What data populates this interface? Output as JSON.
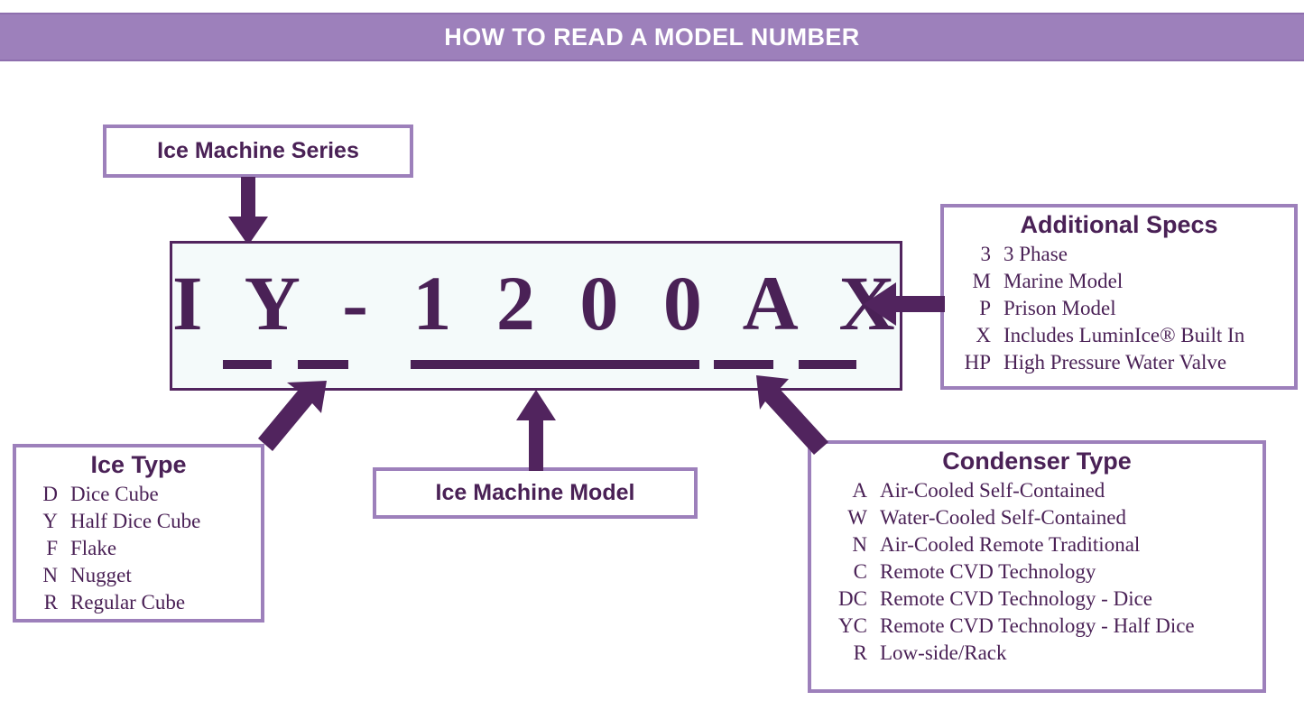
{
  "header": {
    "title": "HOW TO READ A MODEL NUMBER"
  },
  "colors": {
    "banner_purple": "#9d80bb",
    "dark_purple": "#4a2156",
    "box_border_purple": "#9d80bb",
    "model_box_border": "#51245e",
    "model_box_fill": "#f4fafa",
    "banner_text": "#ffffff"
  },
  "model_number": {
    "display": "I Y - 1 2 0 0 A X",
    "raw": "IY-1200AX",
    "segments": [
      {
        "chars": "I",
        "meaning": "Ice Machine Series"
      },
      {
        "chars": "Y",
        "meaning": "Ice Type"
      },
      {
        "chars": "1200",
        "meaning": "Ice Machine Model"
      },
      {
        "chars": "A",
        "meaning": "Condenser Type"
      },
      {
        "chars": "X",
        "meaning": "Additional Specs"
      }
    ]
  },
  "callouts": {
    "series_label": "Ice Machine Series",
    "model_label": "Ice Machine Model"
  },
  "ice_type": {
    "title": "Ice Type",
    "rows": [
      {
        "code": "D",
        "desc": "Dice Cube"
      },
      {
        "code": "Y",
        "desc": "Half Dice Cube"
      },
      {
        "code": "F",
        "desc": "Flake"
      },
      {
        "code": "N",
        "desc": "Nugget"
      },
      {
        "code": "R",
        "desc": "Regular Cube"
      }
    ]
  },
  "additional_specs": {
    "title": "Additional Specs",
    "rows": [
      {
        "code": "3",
        "desc": "3 Phase"
      },
      {
        "code": "M",
        "desc": "Marine Model"
      },
      {
        "code": "P",
        "desc": "Prison Model"
      },
      {
        "code": "X",
        "desc": "Includes LuminIce® Built In"
      },
      {
        "code": "HP",
        "desc": "High Pressure Water Valve"
      }
    ]
  },
  "condenser_type": {
    "title": "Condenser Type",
    "rows": [
      {
        "code": "A",
        "desc": "Air-Cooled Self-Contained"
      },
      {
        "code": "W",
        "desc": "Water-Cooled Self-Contained"
      },
      {
        "code": "N",
        "desc": "Air-Cooled Remote Traditional"
      },
      {
        "code": "C",
        "desc": "Remote CVD Technology"
      },
      {
        "code": "DC",
        "desc": "Remote CVD Technology - Dice"
      },
      {
        "code": "YC",
        "desc": "Remote CVD Technology - Half Dice"
      },
      {
        "code": "R",
        "desc": "Low-side/Rack"
      }
    ]
  },
  "arrows": [
    {
      "name": "arrow-series-down",
      "direction": "down",
      "from": "Ice Machine Series",
      "to": "I"
    },
    {
      "name": "arrow-ice-type-up-right",
      "direction": "up-right",
      "from": "Ice Type",
      "to": "Y"
    },
    {
      "name": "arrow-model-up",
      "direction": "up",
      "from": "Ice Machine Model",
      "to": "1200"
    },
    {
      "name": "arrow-condenser-up-left",
      "direction": "up-left",
      "from": "Condenser Type",
      "to": "A"
    },
    {
      "name": "arrow-specs-left",
      "direction": "left",
      "from": "Additional Specs",
      "to": "X"
    }
  ]
}
